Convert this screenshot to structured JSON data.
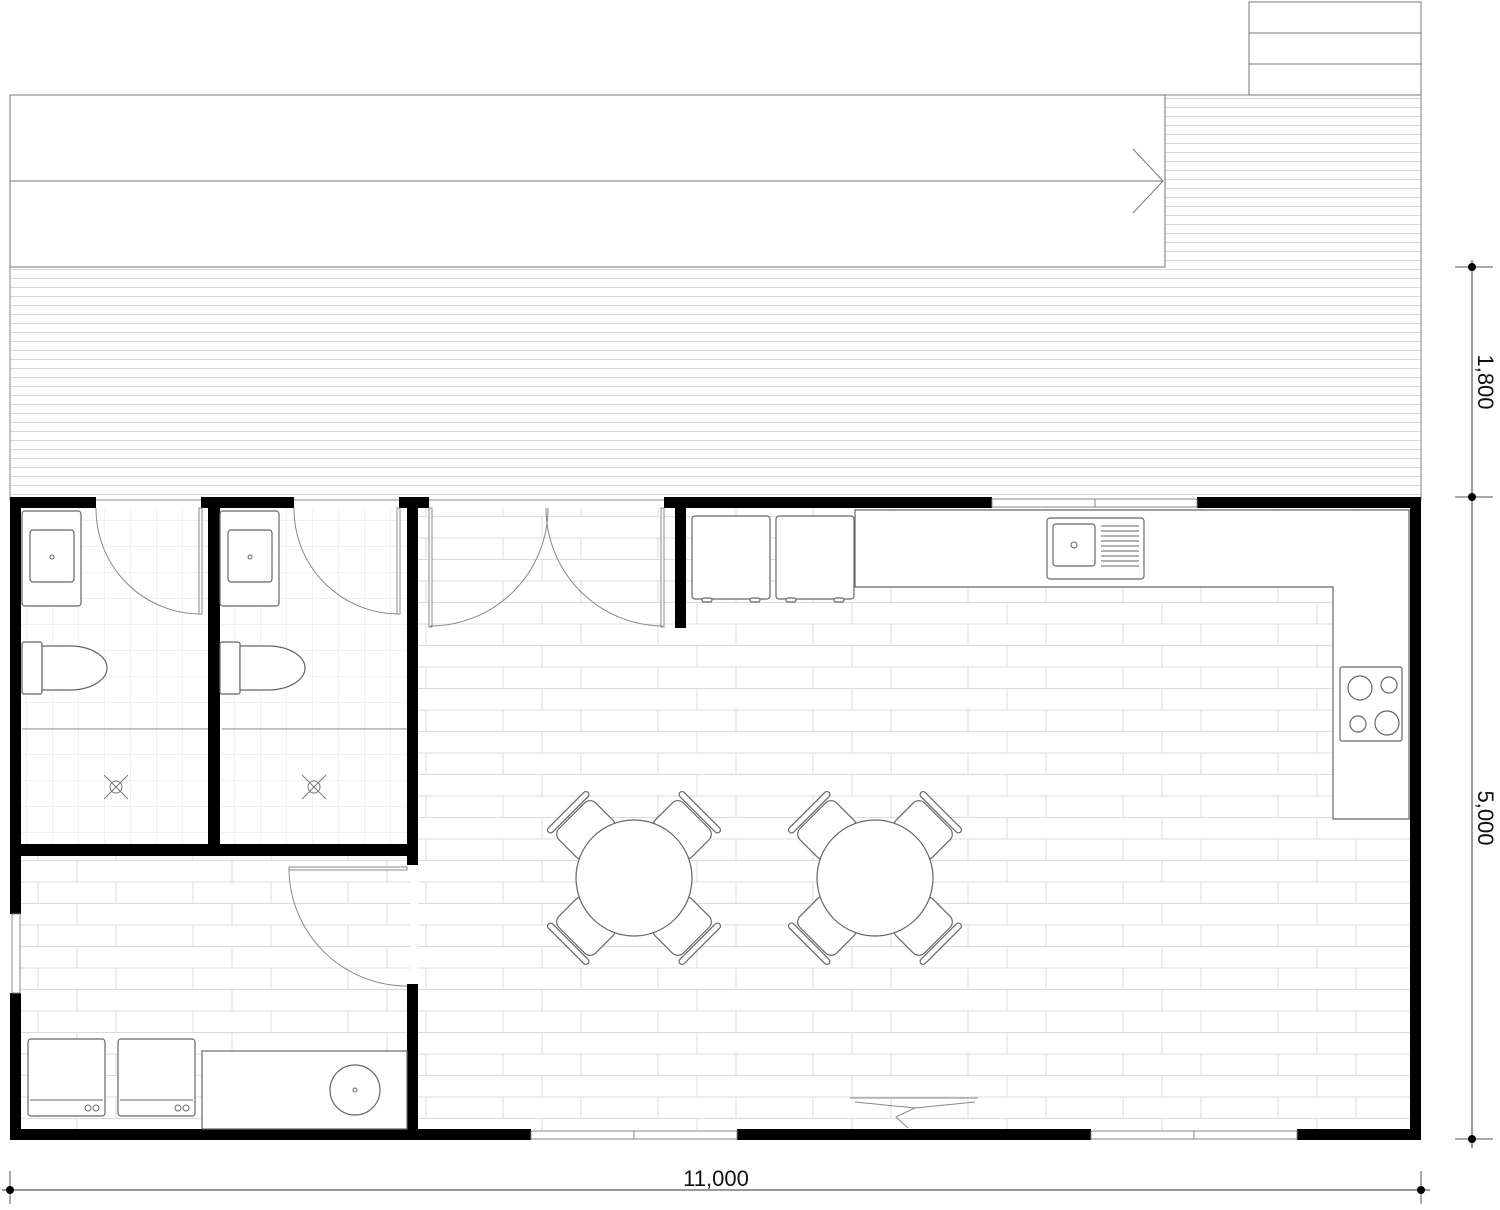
{
  "dimensions": {
    "width_label": "11,000",
    "deck_depth_label": "1,800",
    "building_depth_label": "5,000"
  },
  "rooms": [
    {
      "name": "toilet-1",
      "fixtures": [
        "basin",
        "toilet",
        "floor-drain"
      ]
    },
    {
      "name": "toilet-2",
      "fixtures": [
        "basin",
        "toilet",
        "floor-drain"
      ]
    },
    {
      "name": "laundry",
      "fixtures": [
        "washing-machine",
        "dryer",
        "laundry-tub"
      ]
    },
    {
      "name": "kitchen-dining",
      "fixtures": [
        "fridge",
        "fridge",
        "sink",
        "cooktop",
        "dining-table",
        "dining-table"
      ]
    }
  ],
  "deck": {
    "ramp": true,
    "stairs": true
  },
  "colors": {
    "wall": "#000000",
    "line": "#777777",
    "tile_grid": "#d6d6d6"
  }
}
